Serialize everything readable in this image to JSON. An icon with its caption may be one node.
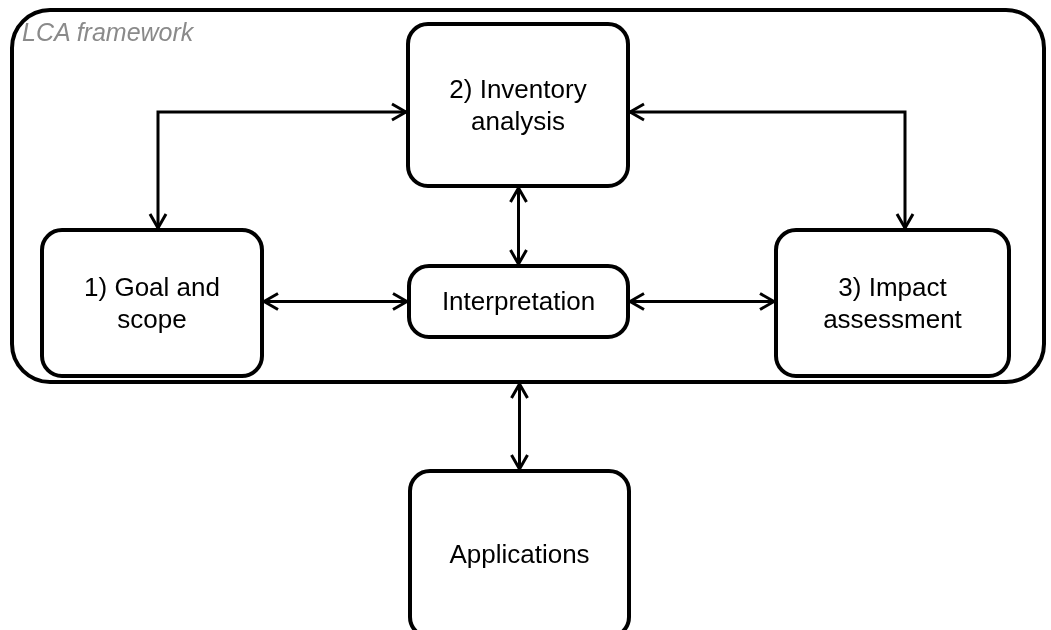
{
  "diagram": {
    "nodes": [
      {
        "text": [
          "LCA framework"
        ]
      },
      {
        "text": [
          "2) Inventory analysis"
        ],
        "in": 0
      },
      {
        "text": [
          "1) Goal and scope"
        ],
        "in": 0
      },
      {
        "text": [
          "Interpretation"
        ],
        "in": 0
      },
      {
        "text": [
          "3) Impact assessment"
        ],
        "in": 0
      },
      {
        "text": [
          "Applications"
        ]
      }
    ],
    "edges": [
      {
        "from": 2,
        "to": 1,
        "arrow": "both"
      },
      {
        "from": 1,
        "to": 4,
        "arrow": "both"
      },
      {
        "from": 1,
        "to": 3,
        "arrow": "both"
      },
      {
        "from": 2,
        "to": 3,
        "arrow": "both"
      },
      {
        "from": 3,
        "to": 4,
        "arrow": "both"
      },
      {
        "from": 0,
        "to": 5,
        "arrow": "both"
      }
    ]
  }
}
